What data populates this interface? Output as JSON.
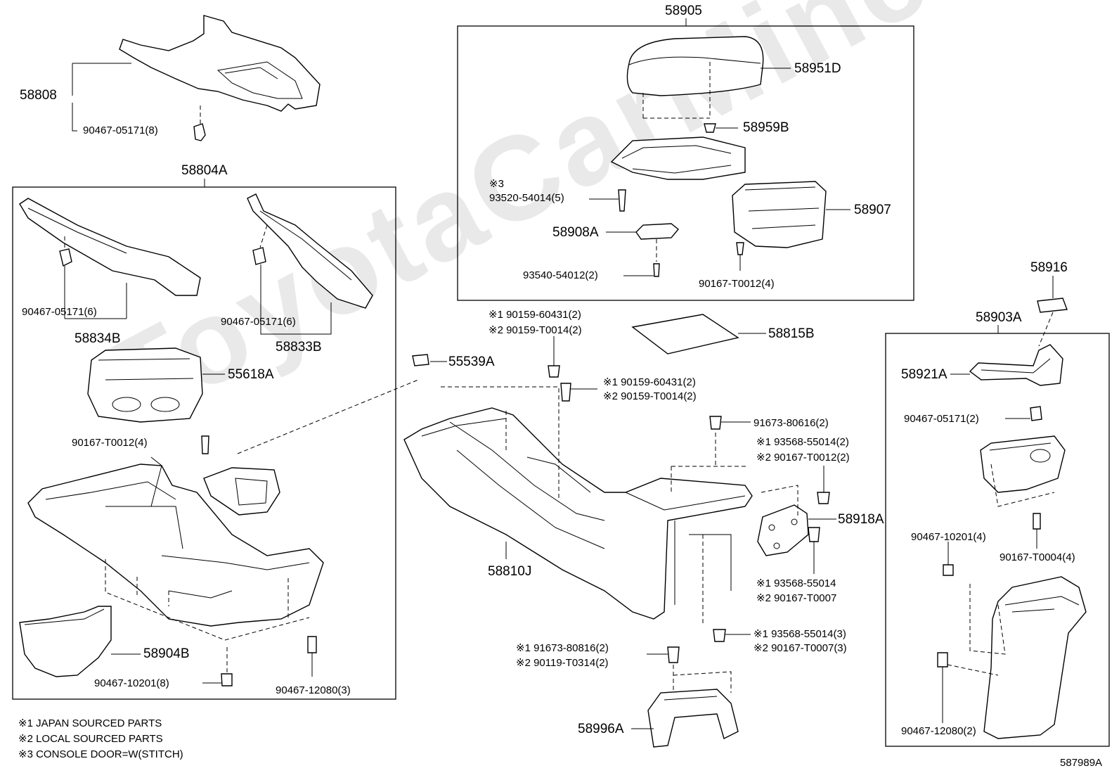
{
  "diagram": {
    "watermark": "ToyotaCarMine.ru",
    "catalog_number": "587989A",
    "notes": [
      "※1 JAPAN SOURCED PARTS",
      "※2 LOCAL SOURCED PARTS",
      "※3 CONSOLE DOOR=W(STITCH)"
    ],
    "labels": {
      "p58905": "58905",
      "p58808": "58808",
      "p90467_05171_8": "90467-05171(8)",
      "p58951D": "58951D",
      "p58959B": "58959B",
      "p93520_note": "※3",
      "p93520": "93520-54014(5)",
      "p58907": "58907",
      "p58908A": "58908A",
      "p93540": "93540-54012(2)",
      "p90167_T0012_4a": "90167-T0012(4)",
      "p58804A": "58804A",
      "p90467_05171_6a": "90467-05171(6)",
      "p58834B": "58834B",
      "p90467_05171_6b": "90467-05171(6)",
      "p58833B": "58833B",
      "p55618A": "55618A",
      "p90167_T0012_4b": "90167-T0012(4)",
      "p58904B": "58904B",
      "p90467_10201_8": "90467-10201(8)",
      "p90467_12080_3": "90467-12080(3)",
      "p90159_a1": "※1 90159-60431(2)",
      "p90159_a2": "※2 90159-T0014(2)",
      "p55539A": "55539A",
      "p90159_b1": "※1 90159-60431(2)",
      "p90159_b2": "※2 90159-T0014(2)",
      "p58815B": "58815B",
      "p91673_80616": "91673-80616(2)",
      "p93568_a1": "※1 93568-55014(2)",
      "p93568_a2": "※2 90167-T0012(2)",
      "p58918A": "58918A",
      "p58810J": "58810J",
      "p93568_b1": "※1 93568-55014",
      "p93568_b2": "※2 90167-T0007",
      "p93568_c1": "※1 93568-55014(3)",
      "p93568_c2": "※2 90167-T0007(3)",
      "p91673_80816_1": "※1 91673-80816(2)",
      "p91673_80816_2": "※2 90119-T0314(2)",
      "p58996A": "58996A",
      "p58916": "58916",
      "p58903A": "58903A",
      "p58921A": "58921A",
      "p90467_05171_2": "90467-05171(2)",
      "p90467_10201_4": "90467-10201(4)",
      "p90167_T0004": "90167-T0004(4)",
      "p90467_12080_2": "90467-12080(2)"
    }
  }
}
